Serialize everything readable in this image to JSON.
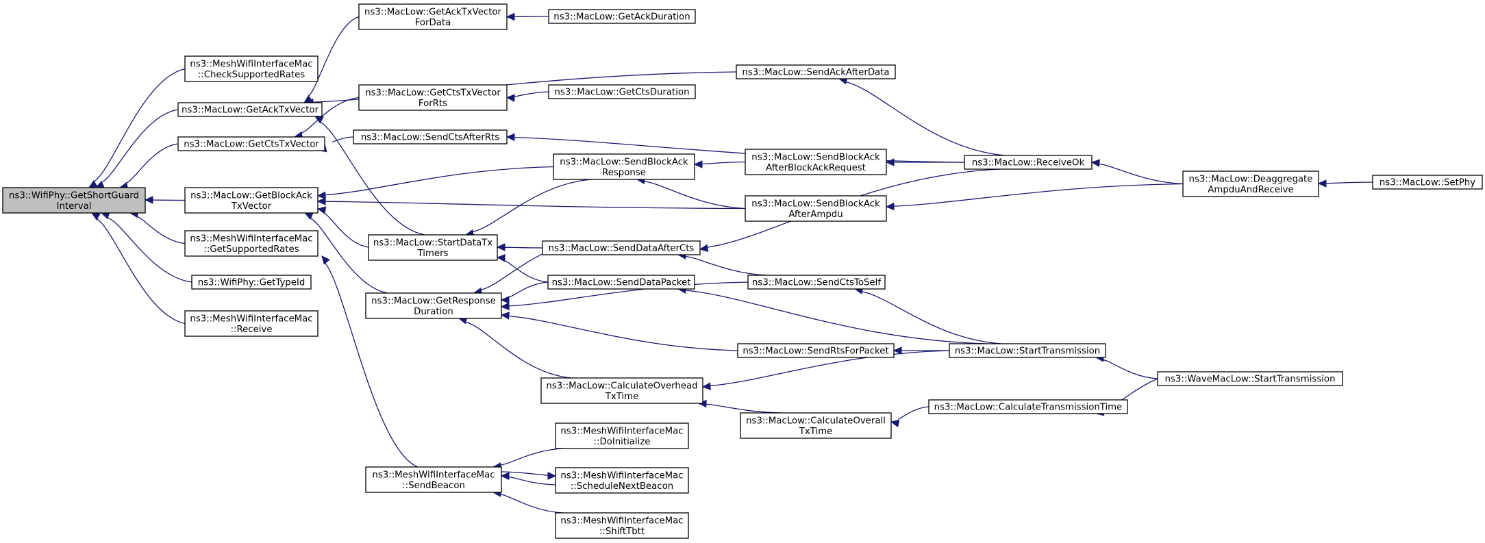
{
  "diagram": {
    "type": "call-graph",
    "nodes": [
      {
        "id": "root",
        "lines": [
          "ns3::WifiPhy::GetShortGuard",
          "Interval"
        ],
        "highlight": true
      },
      {
        "id": "checkrates",
        "lines": [
          "ns3::MeshWifiInterfaceMac",
          "::CheckSupportedRates"
        ]
      },
      {
        "id": "getack",
        "lines": [
          "ns3::MacLow::GetAckTxVector"
        ]
      },
      {
        "id": "getcts",
        "lines": [
          "ns3::MacLow::GetCtsTxVector"
        ]
      },
      {
        "id": "getblockack",
        "lines": [
          "ns3::MacLow::GetBlockAck",
          "TxVector"
        ]
      },
      {
        "id": "getsuprates",
        "lines": [
          "ns3::MeshWifiInterfaceMac",
          "::GetSupportedRates"
        ]
      },
      {
        "id": "gettypeid",
        "lines": [
          "ns3::WifiPhy::GetTypeId"
        ]
      },
      {
        "id": "receive",
        "lines": [
          "ns3::MeshWifiInterfaceMac",
          "::Receive"
        ]
      },
      {
        "id": "getackfordata",
        "lines": [
          "ns3::MacLow::GetAckTxVector",
          "ForData"
        ]
      },
      {
        "id": "getctsforrts",
        "lines": [
          "ns3::MacLow::GetCtsTxVector",
          "ForRts"
        ]
      },
      {
        "id": "sendctsafterrts",
        "lines": [
          "ns3::MacLow::SendCtsAfterRts"
        ]
      },
      {
        "id": "startdatatx",
        "lines": [
          "ns3::MacLow::StartDataTx",
          "Timers"
        ]
      },
      {
        "id": "getresponse",
        "lines": [
          "ns3::MacLow::GetResponse",
          "Duration"
        ]
      },
      {
        "id": "sendbeacon",
        "lines": [
          "ns3::MeshWifiInterfaceMac",
          "::SendBeacon"
        ]
      },
      {
        "id": "getackdur",
        "lines": [
          "ns3::MacLow::GetAckDuration"
        ]
      },
      {
        "id": "getctsdur",
        "lines": [
          "ns3::MacLow::GetCtsDuration"
        ]
      },
      {
        "id": "sendackafterdata",
        "lines": [
          "ns3::MacLow::SendAckAfterData"
        ]
      },
      {
        "id": "sendblockackresp",
        "lines": [
          "ns3::MacLow::SendBlockAck",
          "Response"
        ]
      },
      {
        "id": "senddataaftercts",
        "lines": [
          "ns3::MacLow::SendDataAfterCts"
        ]
      },
      {
        "id": "senddatapacket",
        "lines": [
          "ns3::MacLow::SendDataPacket"
        ]
      },
      {
        "id": "sendrtsforpacket",
        "lines": [
          "ns3::MacLow::SendRtsForPacket"
        ]
      },
      {
        "id": "calcoverhead",
        "lines": [
          "ns3::MacLow::CalculateOverhead",
          "TxTime"
        ]
      },
      {
        "id": "doinit",
        "lines": [
          "ns3::MeshWifiInterfaceMac",
          "::DoInitialize"
        ]
      },
      {
        "id": "schednext",
        "lines": [
          "ns3::MeshWifiInterfaceMac",
          "::ScheduleNextBeacon"
        ]
      },
      {
        "id": "shifttbtt",
        "lines": [
          "ns3::MeshWifiInterfaceMac",
          "::ShiftTbtt"
        ]
      },
      {
        "id": "sendbaafterbar",
        "lines": [
          "ns3::MacLow::SendBlockAck",
          "AfterBlockAckRequest"
        ]
      },
      {
        "id": "sendbaafterampdu",
        "lines": [
          "ns3::MacLow::SendBlockAck",
          "AfterAmpdu"
        ]
      },
      {
        "id": "sendctstoself",
        "lines": [
          "ns3::MacLow::SendCtsToSelf"
        ]
      },
      {
        "id": "calcoverall",
        "lines": [
          "ns3::MacLow::CalculateOverall",
          "TxTime"
        ]
      },
      {
        "id": "receiveok",
        "lines": [
          "ns3::MacLow::ReceiveOk"
        ]
      },
      {
        "id": "starttx",
        "lines": [
          "ns3::MacLow::StartTransmission"
        ]
      },
      {
        "id": "calctxtime",
        "lines": [
          "ns3::MacLow::CalculateTransmissionTime"
        ]
      },
      {
        "id": "deaggregate",
        "lines": [
          "ns3::MacLow::Deaggregate",
          "AmpduAndReceive"
        ]
      },
      {
        "id": "wavestarttx",
        "lines": [
          "ns3::WaveMacLow::StartTransmission"
        ]
      },
      {
        "id": "setphy",
        "lines": [
          "ns3::MacLow::SetPhy"
        ]
      }
    ],
    "edges": [
      {
        "from": "checkrates",
        "to": "root"
      },
      {
        "from": "getack",
        "to": "root"
      },
      {
        "from": "getcts",
        "to": "root"
      },
      {
        "from": "getblockack",
        "to": "root"
      },
      {
        "from": "getsuprates",
        "to": "root"
      },
      {
        "from": "gettypeid",
        "to": "root"
      },
      {
        "from": "receive",
        "to": "root"
      },
      {
        "from": "getackfordata",
        "to": "getack"
      },
      {
        "from": "sendackafterdata",
        "to": "getack"
      },
      {
        "from": "startdatatx",
        "to": "getack"
      },
      {
        "from": "getctsforrts",
        "to": "getcts"
      },
      {
        "from": "sendctsafterrts",
        "to": "getcts"
      },
      {
        "from": "sendblockackresp",
        "to": "getblockack"
      },
      {
        "from": "sendbaafterampdu",
        "to": "getblockack"
      },
      {
        "from": "startdatatx",
        "to": "getblockack"
      },
      {
        "from": "getresponse",
        "to": "getblockack"
      },
      {
        "from": "sendbeacon",
        "to": "getsuprates"
      },
      {
        "from": "getackdur",
        "to": "getackfordata"
      },
      {
        "from": "getctsdur",
        "to": "getctsforrts"
      },
      {
        "from": "sendblockackresp",
        "to": "startdatatx"
      },
      {
        "from": "senddataaftercts",
        "to": "startdatatx"
      },
      {
        "from": "senddatapacket",
        "to": "startdatatx"
      },
      {
        "from": "senddataaftercts",
        "to": "getresponse"
      },
      {
        "from": "senddatapacket",
        "to": "getresponse"
      },
      {
        "from": "sendctstoself",
        "to": "getresponse"
      },
      {
        "from": "sendrtsforpacket",
        "to": "getresponse"
      },
      {
        "from": "calcoverhead",
        "to": "getresponse"
      },
      {
        "from": "doinit",
        "to": "sendbeacon"
      },
      {
        "from": "schednext",
        "to": "sendbeacon"
      },
      {
        "from": "sendbeacon",
        "to": "schednext"
      },
      {
        "from": "shifttbtt",
        "to": "sendbeacon"
      },
      {
        "from": "receiveok",
        "to": "sendackafterdata"
      },
      {
        "from": "receiveok",
        "to": "sendctsafterrts"
      },
      {
        "from": "sendbaafterbar",
        "to": "sendblockackresp"
      },
      {
        "from": "sendbaafterampdu",
        "to": "sendblockackresp"
      },
      {
        "from": "receiveok",
        "to": "senddataaftercts"
      },
      {
        "from": "sendctstoself",
        "to": "senddataaftercts"
      },
      {
        "from": "starttx",
        "to": "senddatapacket"
      },
      {
        "from": "starttx",
        "to": "sendrtsforpacket"
      },
      {
        "from": "starttx",
        "to": "sendctstoself"
      },
      {
        "from": "starttx",
        "to": "calcoverhead"
      },
      {
        "from": "calcoverall",
        "to": "calcoverhead"
      },
      {
        "from": "receiveok",
        "to": "sendbaafterbar"
      },
      {
        "from": "deaggregate",
        "to": "sendbaafterampdu"
      },
      {
        "from": "calctxtime",
        "to": "calcoverall"
      },
      {
        "from": "deaggregate",
        "to": "receiveok"
      },
      {
        "from": "wavestarttx",
        "to": "starttx"
      },
      {
        "from": "wavestarttx",
        "to": "calctxtime"
      },
      {
        "from": "setphy",
        "to": "deaggregate"
      }
    ]
  }
}
